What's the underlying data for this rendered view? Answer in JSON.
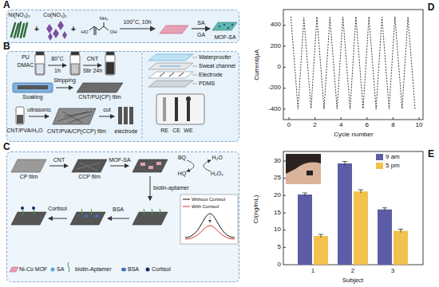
{
  "diagram": {
    "nodes": [
      {
        "text": [
          "A"
        ]
      },
      {
        "text": [
          "B"
        ]
      },
      {
        "text": [
          "C"
        ]
      }
    ],
    "labels": [
      "Ni(NO₃)₂",
      "Co(NO₃)₂",
      "+",
      "+",
      "HO",
      "NH₂",
      "OH",
      "100°C, 10h",
      "SA",
      "GA",
      "MOF-SA",
      "PU",
      "DMAC",
      "80°C",
      "1h",
      "CNT",
      "Stir 24h",
      "Soaking",
      "Stripping",
      "CNT/PU(CP) film",
      "CNT/PVA/H₂O",
      "ultrasonic",
      "CNT/PVA/CP(CCP) film",
      "cut",
      "electrode",
      "Waterproofer",
      "Sweat channel",
      "Electrode",
      "PDMS",
      "RE",
      "CE",
      "WE",
      "CP film",
      "CNT",
      "CCP film",
      "MOF-SA",
      "BQ",
      "H₂O",
      "HQ",
      "H₂O₂",
      "biotin-aptamer",
      "Cortisol",
      "BSA",
      "D",
      "Current/μA",
      "400",
      "200",
      "0",
      "-200",
      "-400",
      "0",
      "2",
      "4",
      "6",
      "8",
      "10",
      "Cycle number",
      "E",
      "C/(ng/mL)",
      "0",
      "5",
      "10",
      "15",
      "20",
      "25",
      "30",
      "1",
      "2",
      "3",
      "Subject"
    ],
    "legend": [
      {
        "text": "Without Cortisol"
      },
      {
        "text": "With Cortisol"
      },
      {
        "text": "Ni-Co MOF"
      },
      {
        "text": "SA"
      },
      {
        "text": "biotin-Aptamer"
      },
      {
        "text": "BSA"
      },
      {
        "text": "Cortisol"
      },
      {
        "text": "9 am",
        "color": "#5b5ea6"
      },
      {
        "text": "5 pm",
        "color": "#f2c14e"
      }
    ]
  }
}
